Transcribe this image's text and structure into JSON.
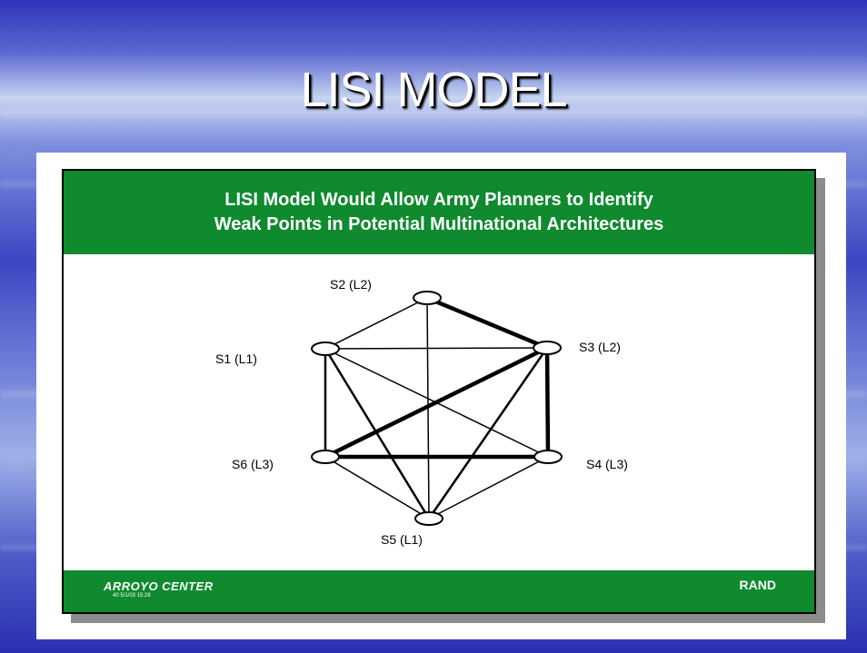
{
  "slide": {
    "title": "LISI MODEL"
  },
  "panel": {
    "header_line1": "LISI Model Would Allow Army Planners to Identify",
    "header_line2": "Weak Points in Potential Multinational Architectures",
    "footer_left": "ARROYO CENTER",
    "footer_small": "40 5/1/03 15:28",
    "footer_right": "RAND"
  },
  "diagram": {
    "nodes": [
      {
        "id": "S2",
        "label": "S2 (L2)"
      },
      {
        "id": "S1",
        "label": "S1 (L1)"
      },
      {
        "id": "S3",
        "label": "S3 (L2)"
      },
      {
        "id": "S6",
        "label": "S6 (L3)"
      },
      {
        "id": "S4",
        "label": "S4 (L3)"
      },
      {
        "id": "S5",
        "label": "S5 (L1)"
      }
    ],
    "edges": [
      {
        "from": "S2",
        "to": "S1",
        "weight": "thin"
      },
      {
        "from": "S2",
        "to": "S3",
        "weight": "thick"
      },
      {
        "from": "S2",
        "to": "S5",
        "weight": "thin"
      },
      {
        "from": "S1",
        "to": "S3",
        "weight": "thin"
      },
      {
        "from": "S1",
        "to": "S6",
        "weight": "medium"
      },
      {
        "from": "S1",
        "to": "S4",
        "weight": "thin"
      },
      {
        "from": "S1",
        "to": "S5",
        "weight": "medium"
      },
      {
        "from": "S3",
        "to": "S6",
        "weight": "thick"
      },
      {
        "from": "S3",
        "to": "S4",
        "weight": "thick"
      },
      {
        "from": "S3",
        "to": "S5",
        "weight": "medium"
      },
      {
        "from": "S6",
        "to": "S4",
        "weight": "thick"
      },
      {
        "from": "S6",
        "to": "S5",
        "weight": "thin"
      },
      {
        "from": "S4",
        "to": "S5",
        "weight": "thin"
      }
    ]
  }
}
